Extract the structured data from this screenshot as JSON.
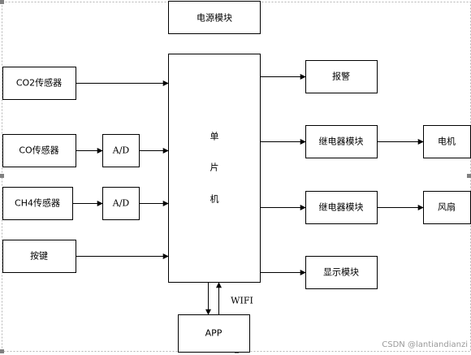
{
  "blocks": {
    "power": "电源模块",
    "co2": "CO2传感器",
    "co": "CO传感器",
    "ch4": "CH4传感器",
    "keys": "按键",
    "ad1": "A/D",
    "ad2": "A/D",
    "mcu_1": "单",
    "mcu_2": "片",
    "mcu_3": "机",
    "alarm": "报警",
    "relay1": "继电器模块",
    "relay2": "继电器模块",
    "motor": "电机",
    "fan": "风扇",
    "display": "显示模块",
    "app": "APP"
  },
  "labels": {
    "wifi": "WIFI"
  },
  "watermark": "CSDN @lantiandianzi",
  "colors": {
    "line": "#000000",
    "handle": "#808080",
    "watermark": "#9a9a9a"
  }
}
